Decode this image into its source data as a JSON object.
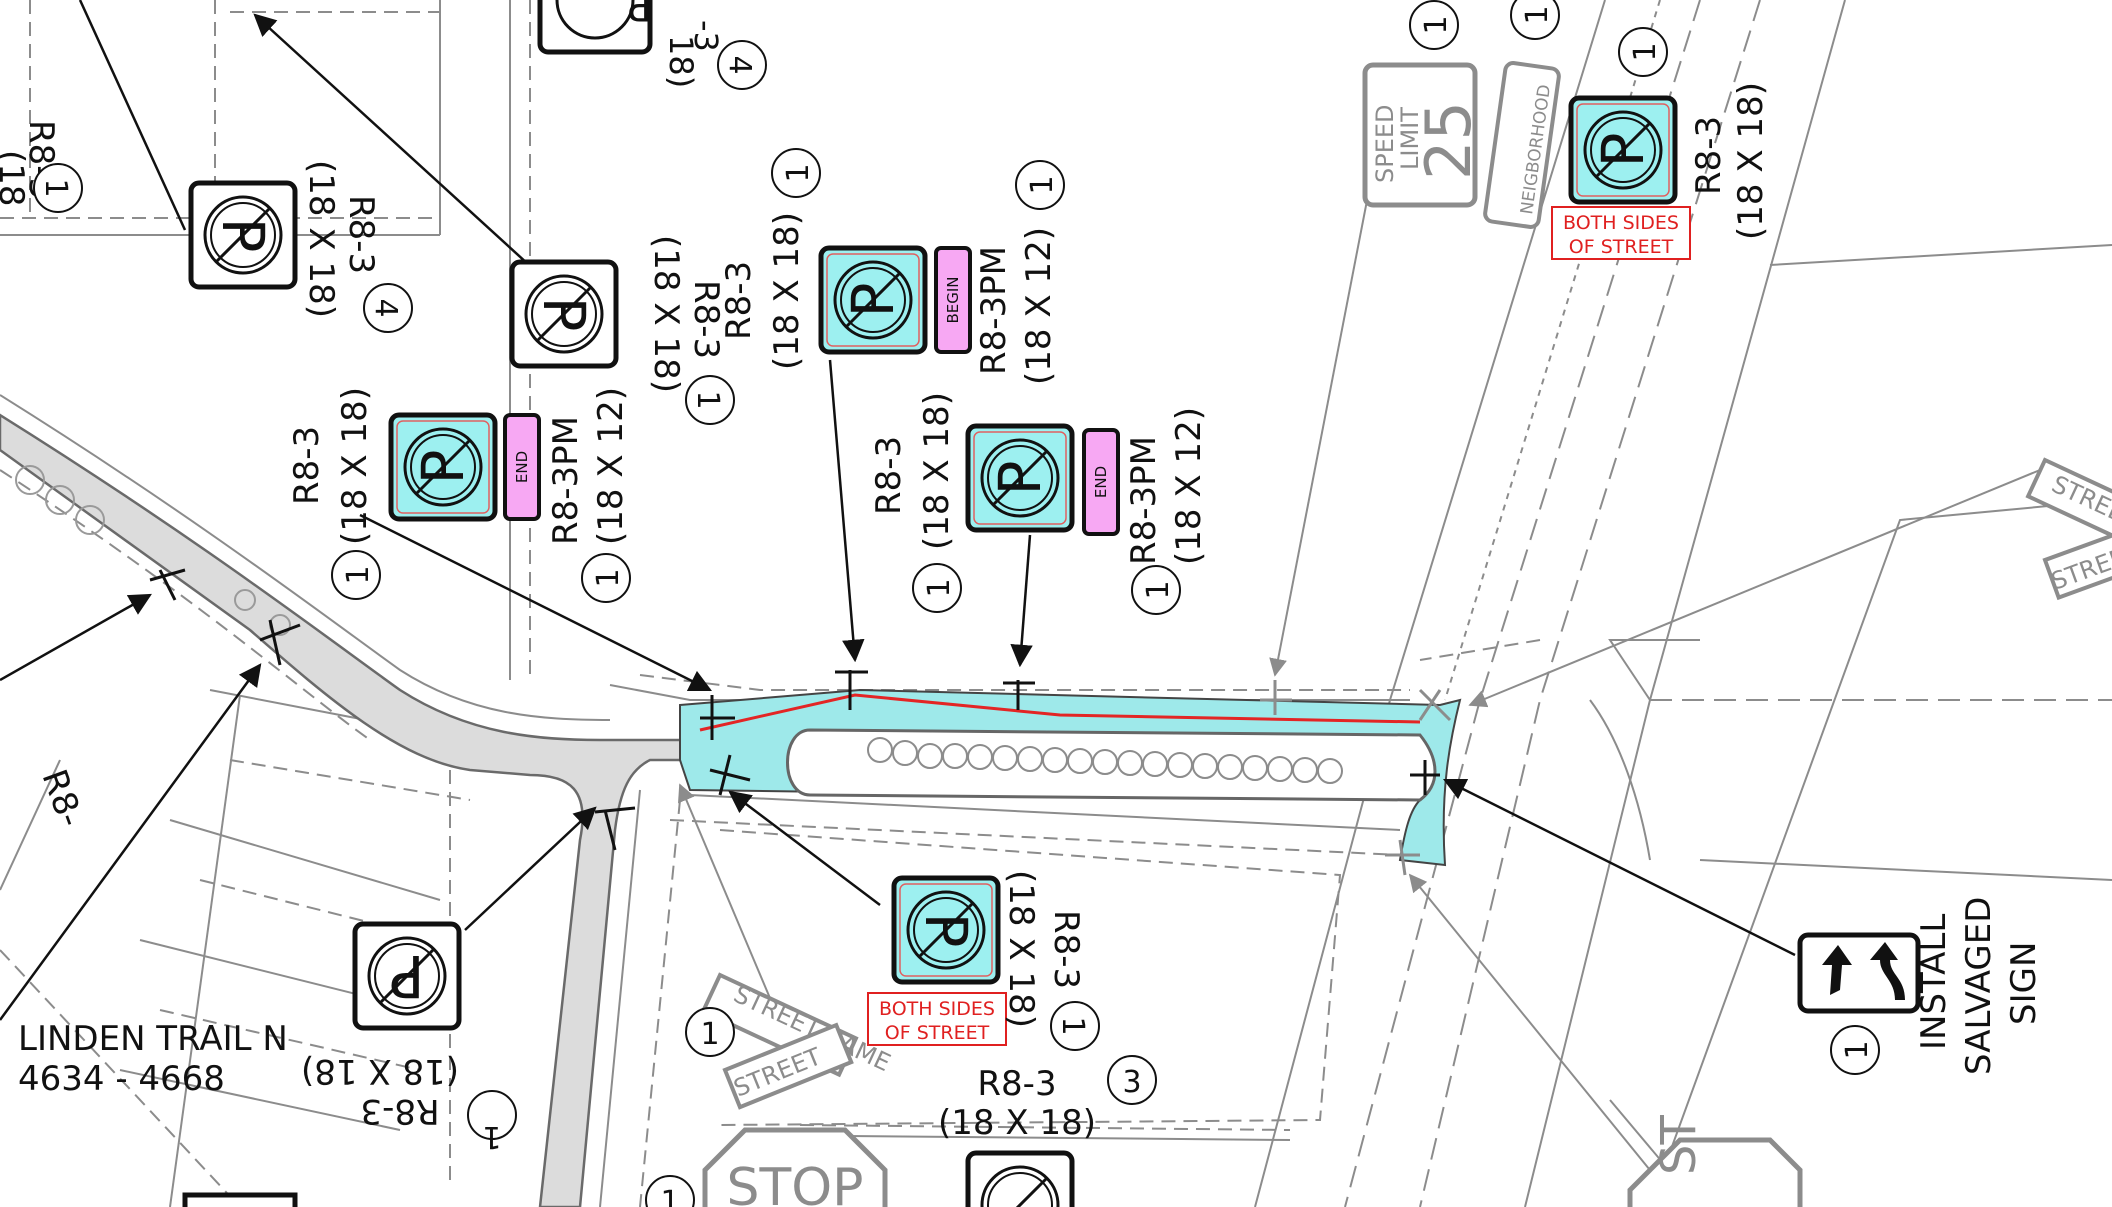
{
  "colors": {
    "island_fill": "#9ee9ea",
    "road_fill": "#dcdcdc",
    "no_parking_sign_hi": "#9df0f0",
    "plaque_fill": "#f7a8f3",
    "curb_red": "#e32525",
    "ink": "#111111",
    "linework": "#8c8c8c",
    "dash": "#7a7a7a",
    "note_red": "#e02020"
  },
  "signs": {
    "s1": {
      "code": "R8-3",
      "size": "(18 X 18)",
      "qty": "1"
    },
    "s2": {
      "code": "R8-3",
      "size": "(18 X 18)",
      "qty": "4"
    },
    "s3": {
      "code": "R8-3",
      "size": "(18 X 18)",
      "qty": "4"
    },
    "s4": {
      "code": "R8-3",
      "size": "(18 X 18)",
      "qty": "1"
    },
    "s5": {
      "code": "R8-3",
      "size": "(18 X 18)",
      "qty": "1"
    },
    "s5p": {
      "code": "R8-3PM",
      "size": "(18 X 12)",
      "qty": "1",
      "plaque": "BEGIN"
    },
    "s6": {
      "code": "R8-3",
      "size": "(18 X 18)",
      "qty": "1"
    },
    "s6p": {
      "code": "R8-3PM",
      "size": "(18 X 12)",
      "qty": "1",
      "plaque": "END"
    },
    "s7": {
      "code": "R8-3",
      "size": "(18 X 18)",
      "qty": "1"
    },
    "s7p": {
      "code": "R8-3PM",
      "size": "(18 X 12)",
      "qty": "1",
      "plaque": "END"
    },
    "s8": {
      "code": "R8-3",
      "size": "(18 X 18)",
      "qty": "1",
      "note": [
        "BOTH SIDES",
        "OF STREET"
      ]
    },
    "s9": {
      "code": "R8-3",
      "size": "(18 X 18)",
      "qty": "1",
      "note": [
        "BOTH SIDES",
        "OF STREET"
      ]
    },
    "s10": {
      "code": "R8-3",
      "size": "(18 X 18)",
      "qty": "3"
    },
    "s11": {
      "code": "R8-3",
      "size": "(18 X 18)",
      "qty": "1"
    },
    "s12": {
      "note": [
        "INSTALL",
        "SALVAGED",
        "SIGN"
      ],
      "qty": "1"
    }
  },
  "misc_qty": [
    "1",
    "1",
    "1",
    "1",
    "1",
    "1"
  ],
  "speed_sign": {
    "line1": "SPEED",
    "line2": "LIMIT",
    "value": "25",
    "plaque": "NEIGBORHOOD"
  },
  "street_signs": {
    "top": "STREET NAME",
    "bottom": "STREET",
    "right_top": "STREET",
    "right_bottom": "STREET"
  },
  "stop_sign": "STOP",
  "glyph_p": "P",
  "partial_text": {
    "r8_left": "R8-3",
    "r8_rot": "R8-3",
    "frag_3": "-3",
    "frag_18": "18)",
    "frag_18b": "(18",
    "frag_r8": "R8-",
    "frag_st": "ST"
  },
  "address": {
    "street": "LINDEN TRAIL N",
    "range": "4634 - 4668"
  }
}
